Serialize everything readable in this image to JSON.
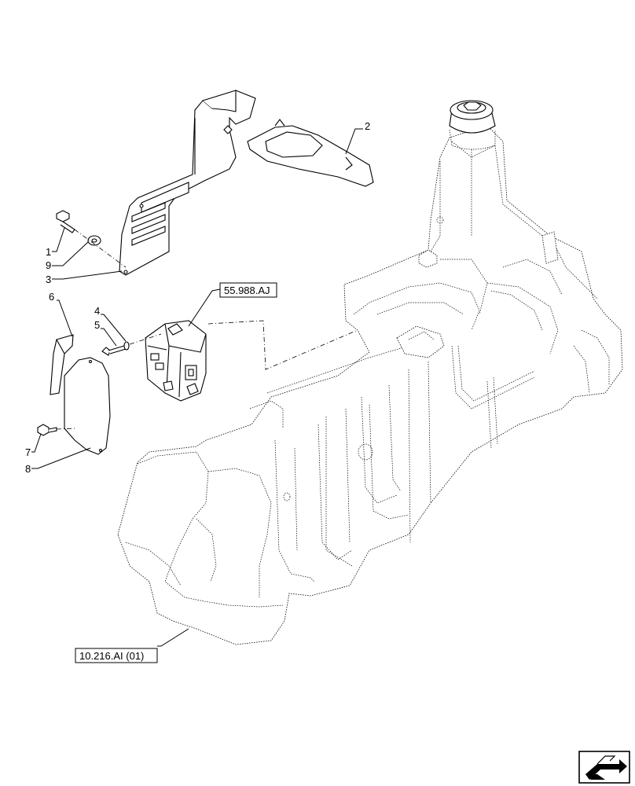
{
  "callouts": {
    "c1": "1",
    "c2": "2",
    "c3": "3",
    "c4": "4",
    "c5": "5",
    "c6": "6",
    "c7": "7",
    "c8": "8",
    "c9": "9"
  },
  "references": {
    "r1": "55.988.AJ",
    "r2": "10.216.AI (01)"
  },
  "nav_icon": "next-page-arrow-icon"
}
